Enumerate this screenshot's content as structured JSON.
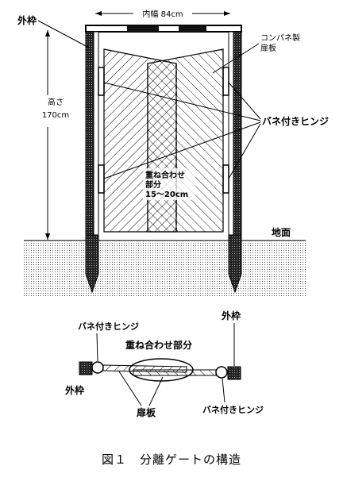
{
  "figure": {
    "front_view": {
      "outer_frame_label": "外枠",
      "inner_width_label": "内幅 84cm",
      "panel_material_line1": "コンパネ製",
      "panel_material_line2": "扉板",
      "height_label_line1": "高さ",
      "height_label_line2": "170cm",
      "hinge_label": "バネ付きヒンジ",
      "overlap_line1": "重ね合わせ",
      "overlap_line2": "部分",
      "overlap_line3": "15～20cm",
      "ground_label": "地面"
    },
    "plan_view": {
      "hinge_label_left": "バネ付きヒンジ",
      "outer_frame_label_right_top": "外枠",
      "overlap_label": "重ね合わせ部分",
      "outer_frame_label_left": "外枠",
      "door_panel_label": "扉板",
      "hinge_label_right": "バネ付きヒンジ"
    }
  },
  "caption": "図１　分離ゲートの構造"
}
